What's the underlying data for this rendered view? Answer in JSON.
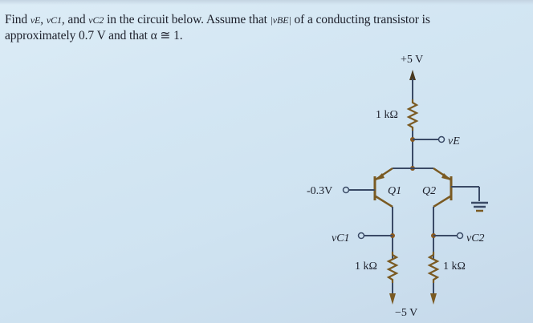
{
  "problem": {
    "line1_part1": "Find ",
    "vE": "vE",
    "sep1": ", ",
    "vC1": "vC1",
    "sep2": ", and ",
    "vC2": "vC2",
    "line1_part2": " in the circuit below. Assume that ",
    "vBE_abs": "|vBE|",
    "line1_part3": " of a conducting transistor is",
    "line2": "approximately 0.7 V and that α ≅ 1."
  },
  "circuit": {
    "supply_positive": "+5 V",
    "supply_negative": "−5 V",
    "emitter_resistor": "1 kΩ",
    "collector_resistor_1": "1 kΩ",
    "collector_resistor_2": "1 kΩ",
    "base_input_q1": "-0.3V",
    "transistor_1": "Q1",
    "transistor_2": "Q2",
    "node_vE": "vE",
    "node_vC1": "vC1",
    "node_vC2": "vC2",
    "colors": {
      "wire": "#3a4a66",
      "component": "#7a5a22",
      "node_dot": "#8a5a20"
    }
  }
}
